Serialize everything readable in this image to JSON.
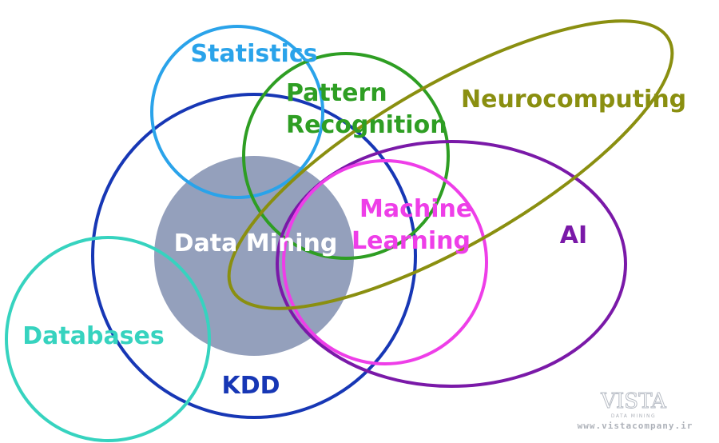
{
  "labels": {
    "statistics": "Statistics",
    "pattern_line1": "Pattern",
    "pattern_line2": "Recognition",
    "neurocomputing": "Neurocomputing",
    "machine_line1": "Machine",
    "machine_line2": "Learning",
    "ai": "AI",
    "data_mining": "Data Mining",
    "databases": "Databases",
    "kdd": "KDD"
  },
  "watermark": {
    "logo": "VISTA",
    "tagline": "DATA MINING",
    "url": "www.vistacompany.ir"
  },
  "colors": {
    "statistics": "#2aa3ea",
    "pattern": "#2e9e23",
    "neurocomputing": "#8a8f10",
    "machine": "#ee3ee8",
    "ai": "#7a19a8",
    "data_mining_fill": "#94a0bc",
    "databases": "#36d3bf",
    "kdd": "#1737b5"
  }
}
